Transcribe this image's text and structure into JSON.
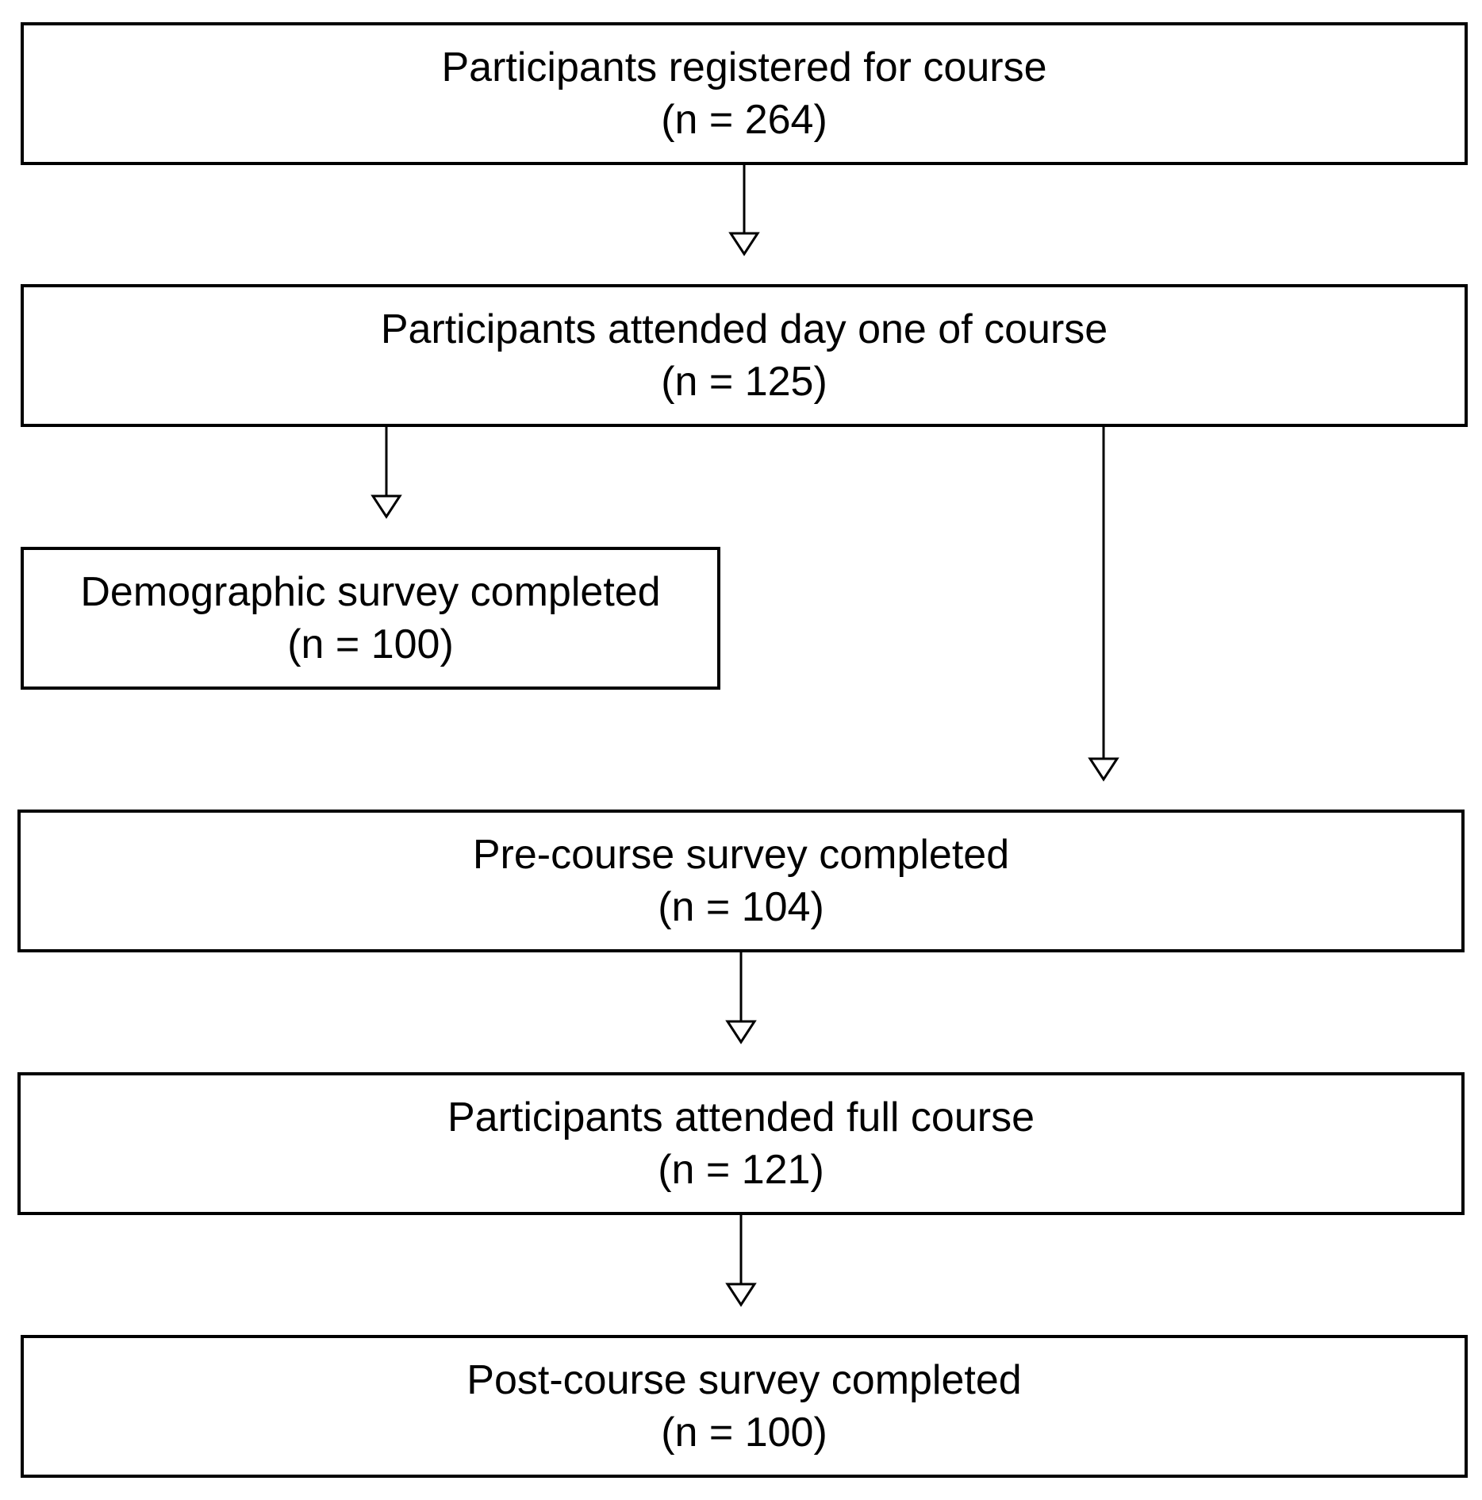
{
  "flow": {
    "registered": {
      "title": "Participants registered for course",
      "count": "(n = 264)"
    },
    "day_one": {
      "title": "Participants attended day one of course",
      "count": "(n = 125)"
    },
    "demographic": {
      "title": "Demographic survey completed",
      "count": "(n = 100)"
    },
    "pre_course": {
      "title": "Pre-course survey completed",
      "count": "(n = 104)"
    },
    "full_course": {
      "title": "Participants attended full course",
      "count": "(n = 121)"
    },
    "post_course": {
      "title": "Post-course survey completed",
      "count": "(n = 100)"
    }
  },
  "colors": {
    "stroke": "#000000",
    "fill": "#ffffff"
  }
}
